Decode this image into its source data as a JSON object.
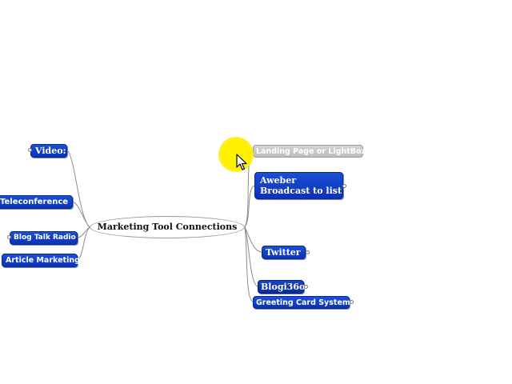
{
  "central": {
    "label": "Marketing Tool Connections"
  },
  "left_nodes": [
    {
      "id": "video",
      "label": "Video:"
    },
    {
      "id": "teleconference",
      "label": "Teleconference"
    },
    {
      "id": "blog-talk-radio",
      "label": "Blog Talk Radio"
    },
    {
      "id": "article-marketing",
      "label": "Article Marketing"
    }
  ],
  "right_nodes": [
    {
      "id": "landing-page",
      "label": "Landing Page or LightBox"
    },
    {
      "id": "aweber",
      "label_line1": "Aweber",
      "label_line2": "Broadcast to list"
    },
    {
      "id": "twitter",
      "label": "Twitter"
    },
    {
      "id": "blogi360",
      "label": "Blogi36o"
    },
    {
      "id": "greeting-card",
      "label": "Greeting Card System"
    }
  ],
  "colors": {
    "node_blue": "#0c32b4",
    "node_ghost": "#c8c8c8",
    "connector": "#8c8c8c",
    "highlight": "#ffee00"
  },
  "icons": {
    "pointer": "mouse-pointer-icon"
  }
}
